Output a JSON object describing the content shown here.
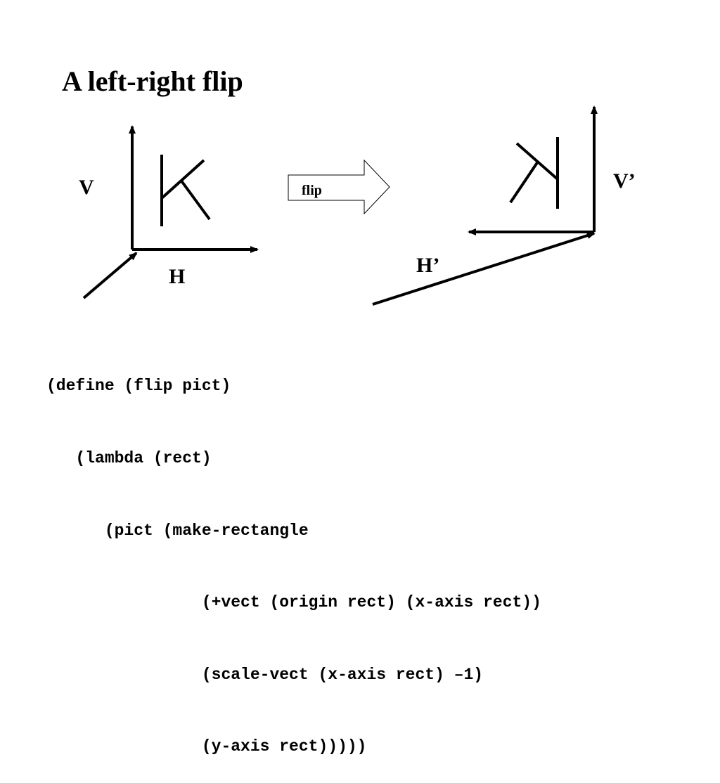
{
  "slide": {
    "title": "A left-right flip"
  },
  "original_frame": {
    "vertical_label": "V",
    "horizontal_label": "H"
  },
  "flip_arrow": {
    "label": "flip"
  },
  "flipped_frame": {
    "vertical_label": "V’",
    "horizontal_label": "H’"
  },
  "code": {
    "lines": [
      "(define (flip pict)",
      "   (lambda (rect)",
      "      (pict (make-rectangle",
      "                (+vect (origin rect) (x-axis rect))",
      "                (scale-vect (x-axis rect) –1)",
      "                (y-axis rect)))))"
    ]
  },
  "colors": {
    "ink": "#000000",
    "background": "#ffffff"
  }
}
